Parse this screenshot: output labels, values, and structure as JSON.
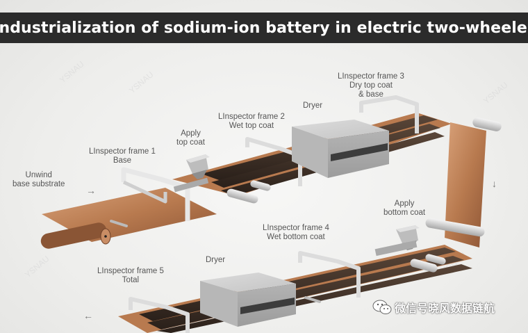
{
  "title": "Industrialization of sodium-ion battery in electric two-wheeler",
  "labels": {
    "unwind": [
      "Unwind",
      "base substrate"
    ],
    "frame1": [
      "LInspector frame 1",
      "Base"
    ],
    "apply_top": [
      "Apply",
      "top coat"
    ],
    "frame2": [
      "LInspector frame 2",
      "Wet top coat"
    ],
    "dryer_top": [
      "Dryer"
    ],
    "frame3": [
      "LInspector frame 3",
      "Dry top coat",
      "& base"
    ],
    "apply_bottom": [
      "Apply",
      "bottom coat"
    ],
    "frame4": [
      "LInspector frame 4",
      "Wet bottom coat"
    ],
    "dryer_bottom": [
      "Dryer"
    ],
    "frame5": [
      "LInspector frame 5",
      "Total"
    ]
  },
  "watermark": {
    "icon": "wechat-icon",
    "text": "微信号晓风数据链航"
  },
  "colors": {
    "title_bg": "#2b2b2b",
    "copper": "#b87a4f",
    "coated": "#3a2e27",
    "machine": "#c9c9c9"
  }
}
